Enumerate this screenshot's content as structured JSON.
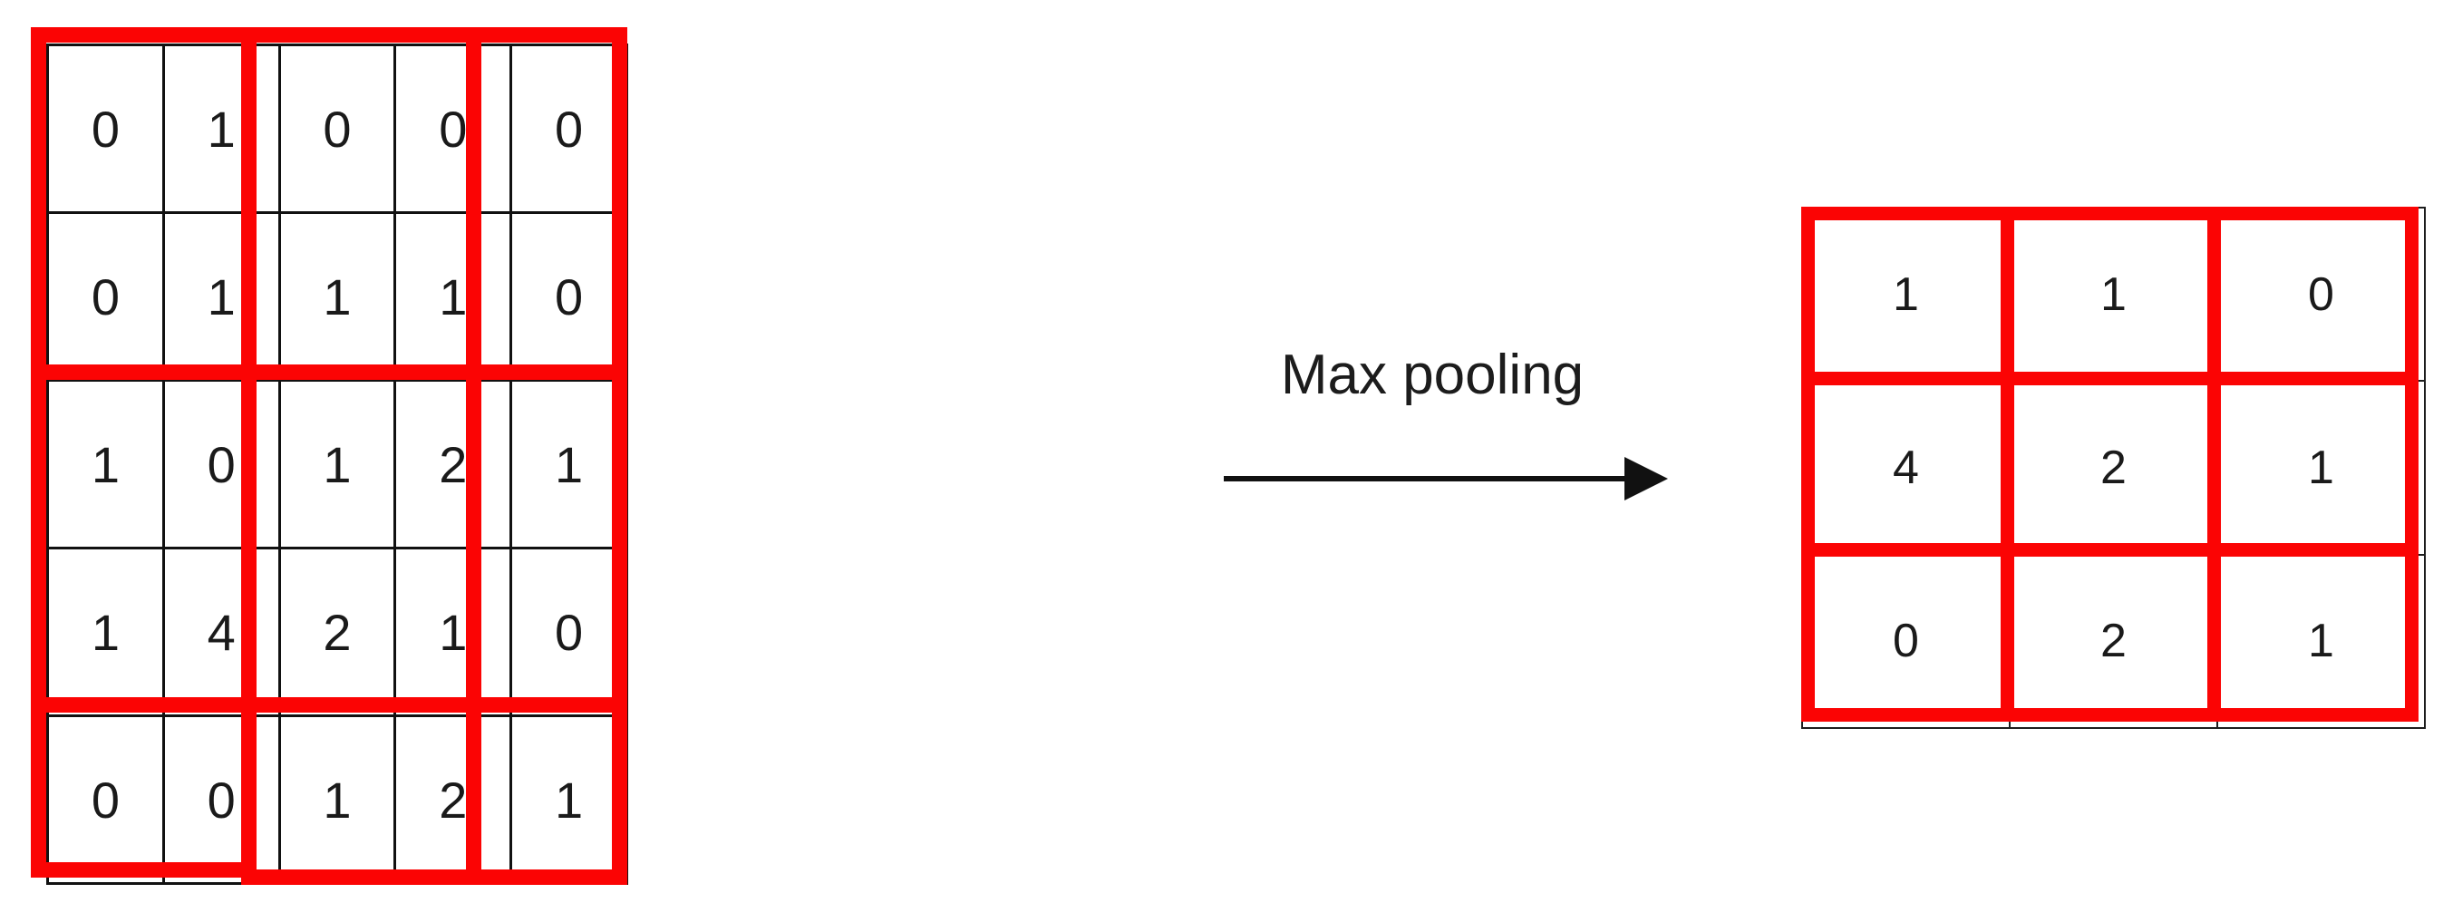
{
  "diagram": {
    "title_text": "Max pooling",
    "colors": {
      "pooling_window_red": "#fb0404",
      "cell_border_black": "#111111",
      "text_black": "#1a1a1a",
      "background_white": "#ffffff"
    }
  },
  "input_grid": {
    "name": "input-feature-map",
    "rows": 5,
    "cols": 5,
    "values": [
      [
        "0",
        "1",
        "0",
        "0",
        "0"
      ],
      [
        "0",
        "1",
        "1",
        "1",
        "0"
      ],
      [
        "1",
        "0",
        "1",
        "2",
        "1"
      ],
      [
        "1",
        "4",
        "2",
        "1",
        "0"
      ],
      [
        "0",
        "0",
        "1",
        "2",
        "1"
      ]
    ]
  },
  "transform": {
    "label": "Max pooling",
    "arrow_direction": "right"
  },
  "output_grid": {
    "name": "pooled-feature-map",
    "rows": 3,
    "cols": 3,
    "values": [
      [
        "1",
        "1",
        "0"
      ],
      [
        "4",
        "2",
        "1"
      ],
      [
        "0",
        "2",
        "1"
      ]
    ]
  },
  "chart_data": {
    "type": "table",
    "title": "Max pooling",
    "input_matrix": [
      [
        0,
        1,
        0,
        0,
        0
      ],
      [
        0,
        1,
        1,
        1,
        0
      ],
      [
        1,
        0,
        1,
        2,
        1
      ],
      [
        1,
        4,
        2,
        1,
        0
      ],
      [
        0,
        0,
        1,
        2,
        1
      ]
    ],
    "output_matrix": [
      [
        1,
        1,
        0
      ],
      [
        4,
        2,
        1
      ],
      [
        0,
        2,
        1
      ]
    ],
    "pool_size": [
      2,
      2
    ],
    "stride": 2,
    "pooling_windows": [
      {
        "rows": [
          0,
          1
        ],
        "cols": [
          0,
          1
        ],
        "max": 1
      },
      {
        "rows": [
          0,
          1
        ],
        "cols": [
          2,
          3
        ],
        "max": 1
      },
      {
        "rows": [
          0,
          1
        ],
        "cols": [
          4,
          4
        ],
        "max": 0
      },
      {
        "rows": [
          2,
          3
        ],
        "cols": [
          0,
          1
        ],
        "max": 4
      },
      {
        "rows": [
          2,
          3
        ],
        "cols": [
          2,
          3
        ],
        "max": 2
      },
      {
        "rows": [
          2,
          3
        ],
        "cols": [
          4,
          4
        ],
        "max": 1
      },
      {
        "rows": [
          4,
          4
        ],
        "cols": [
          0,
          1
        ],
        "max": 0
      },
      {
        "rows": [
          4,
          4
        ],
        "cols": [
          2,
          3
        ],
        "max": 2
      },
      {
        "rows": [
          4,
          4
        ],
        "cols": [
          4,
          4
        ],
        "max": 1
      }
    ]
  }
}
